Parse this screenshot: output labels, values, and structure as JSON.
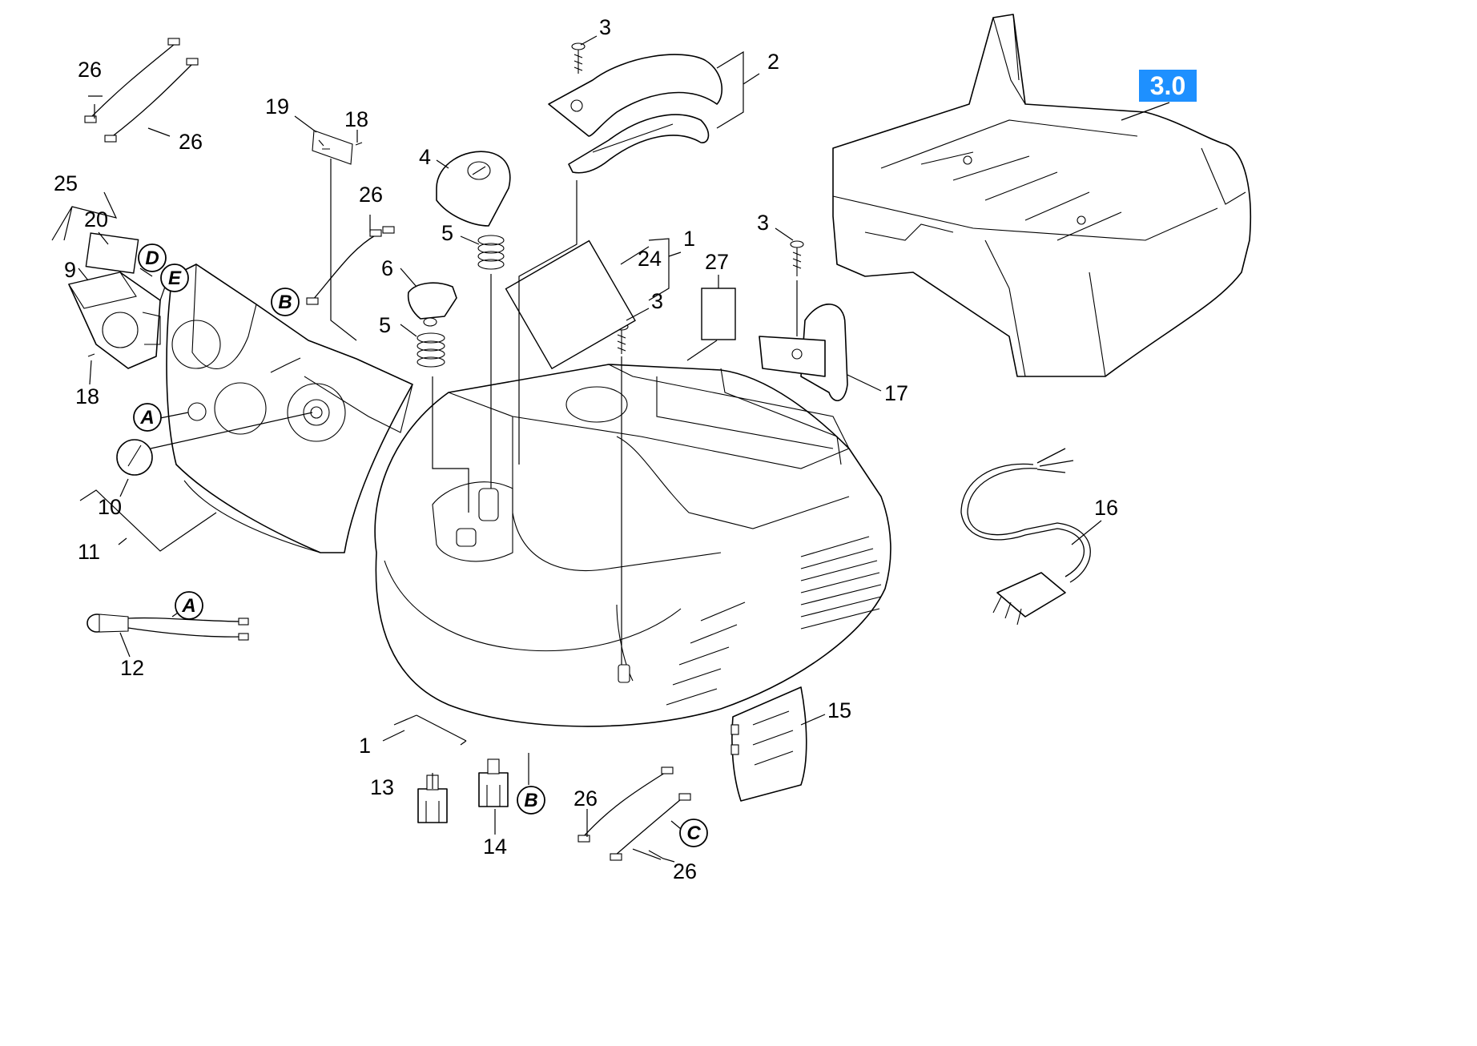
{
  "page_badge": {
    "label": "3.0",
    "color": "#1e90ff"
  },
  "callouts": [
    {
      "id": "c1a",
      "text": "1"
    },
    {
      "id": "c1b",
      "text": "1"
    },
    {
      "id": "c2",
      "text": "2"
    },
    {
      "id": "c3a",
      "text": "3"
    },
    {
      "id": "c3b",
      "text": "3"
    },
    {
      "id": "c3c",
      "text": "3"
    },
    {
      "id": "c4",
      "text": "4"
    },
    {
      "id": "c5a",
      "text": "5"
    },
    {
      "id": "c5b",
      "text": "5"
    },
    {
      "id": "c6",
      "text": "6"
    },
    {
      "id": "c9",
      "text": "9"
    },
    {
      "id": "c10",
      "text": "10"
    },
    {
      "id": "c11",
      "text": "11"
    },
    {
      "id": "c12",
      "text": "12"
    },
    {
      "id": "c13",
      "text": "13"
    },
    {
      "id": "c14",
      "text": "14"
    },
    {
      "id": "c15",
      "text": "15"
    },
    {
      "id": "c16",
      "text": "16"
    },
    {
      "id": "c17",
      "text": "17"
    },
    {
      "id": "c18a",
      "text": "18"
    },
    {
      "id": "c18b",
      "text": "18"
    },
    {
      "id": "c19",
      "text": "19"
    },
    {
      "id": "c20",
      "text": "20"
    },
    {
      "id": "c24",
      "text": "24"
    },
    {
      "id": "c25",
      "text": "25"
    },
    {
      "id": "c26a",
      "text": "26"
    },
    {
      "id": "c26b",
      "text": "26"
    },
    {
      "id": "c26c",
      "text": "26"
    },
    {
      "id": "c26d",
      "text": "26"
    },
    {
      "id": "c26e",
      "text": "26"
    },
    {
      "id": "c27",
      "text": "27"
    }
  ],
  "connection_letters": [
    {
      "id": "lA1",
      "text": "A"
    },
    {
      "id": "lA2",
      "text": "A"
    },
    {
      "id": "lB1",
      "text": "B"
    },
    {
      "id": "lB2",
      "text": "B"
    },
    {
      "id": "lC",
      "text": "C"
    },
    {
      "id": "lD",
      "text": "D"
    },
    {
      "id": "lE",
      "text": "E"
    }
  ]
}
